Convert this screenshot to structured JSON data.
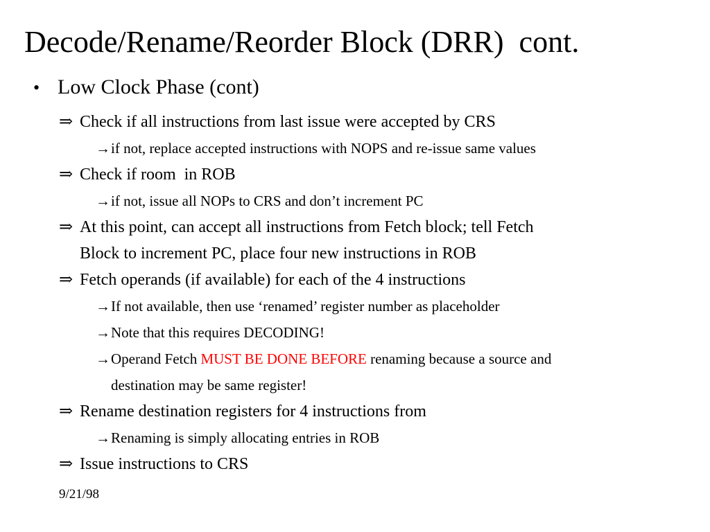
{
  "slide": {
    "title": "Decode/Rename/Reorder Block (DRR)  cont.",
    "footer_date": "9/21/98",
    "colors": {
      "background": "#ffffff",
      "text": "#000000",
      "emphasis": "#ff0000"
    },
    "glyphs": {
      "bullet": "•",
      "double_arrow": "⇒",
      "single_arrow": "→"
    },
    "bullets": [
      {
        "level": 1,
        "marker": "bullet",
        "lines": [
          [
            {
              "t": "Low Clock Phase (cont)"
            }
          ]
        ]
      },
      {
        "level": 2,
        "marker": "double_arrow",
        "lines": [
          [
            {
              "t": "Check if all instructions from last issue were accepted by CRS"
            }
          ]
        ]
      },
      {
        "level": 3,
        "marker": "single_arrow",
        "lines": [
          [
            {
              "t": "if not, replace accepted instructions with NOPS and re-issue same values"
            }
          ]
        ]
      },
      {
        "level": 2,
        "marker": "double_arrow",
        "lines": [
          [
            {
              "t": "Check if room  in ROB"
            }
          ]
        ]
      },
      {
        "level": 3,
        "marker": "single_arrow",
        "lines": [
          [
            {
              "t": "if not, issue all NOPs to CRS and don’t increment PC"
            }
          ]
        ]
      },
      {
        "level": 2,
        "marker": "double_arrow",
        "lines": [
          [
            {
              "t": "At this point, can accept all instructions from Fetch block; tell Fetch"
            }
          ],
          [
            {
              "t": "Block to increment PC, place four new instructions in ROB"
            }
          ]
        ]
      },
      {
        "level": 2,
        "marker": "double_arrow",
        "lines": [
          [
            {
              "t": "Fetch operands (if available) for each of the 4 instructions"
            }
          ]
        ]
      },
      {
        "level": 3,
        "marker": "single_arrow",
        "lines": [
          [
            {
              "t": "If not available, then use ‘renamed’ register number as placeholder"
            }
          ]
        ]
      },
      {
        "level": 3,
        "marker": "single_arrow",
        "lines": [
          [
            {
              "t": "Note that this requires DECODING!"
            }
          ]
        ]
      },
      {
        "level": 3,
        "marker": "single_arrow",
        "lines": [
          [
            {
              "t": "Operand Fetch "
            },
            {
              "t": "MUST BE DONE BEFORE",
              "emphasis": true
            },
            {
              "t": " renaming because a source and"
            }
          ],
          [
            {
              "t": "destination may be same register!"
            }
          ]
        ]
      },
      {
        "level": 2,
        "marker": "double_arrow",
        "lines": [
          [
            {
              "t": "Rename destination registers for 4 instructions from"
            }
          ]
        ]
      },
      {
        "level": 3,
        "marker": "single_arrow",
        "lines": [
          [
            {
              "t": "Renaming is simply allocating entries in ROB"
            }
          ]
        ]
      },
      {
        "level": 2,
        "marker": "double_arrow",
        "lines": [
          [
            {
              "t": "Issue instructions to CRS"
            }
          ]
        ]
      }
    ]
  }
}
